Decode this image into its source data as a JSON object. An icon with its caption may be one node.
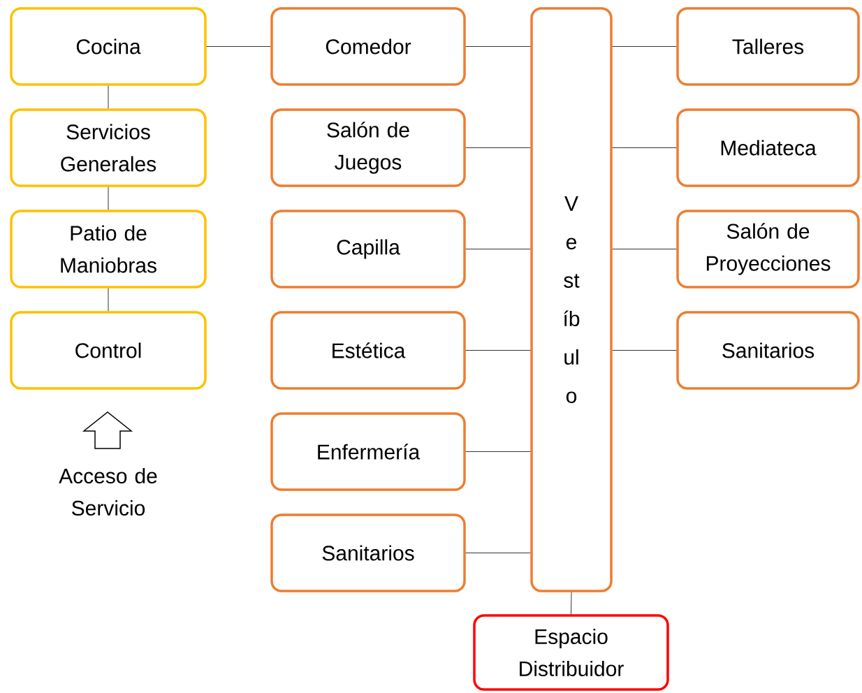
{
  "diagram": {
    "nodes": [
      {
        "text": [
          "Cocina"
        ]
      },
      {
        "text": [
          "Servicios Generales"
        ]
      },
      {
        "text": [
          "Patio de Maniobras"
        ]
      },
      {
        "text": [
          "Control"
        ]
      },
      {
        "text": [
          "Comedor"
        ]
      },
      {
        "text": [
          "Salón de Juegos"
        ]
      },
      {
        "text": [
          "Capilla"
        ]
      },
      {
        "text": [
          "Estética"
        ]
      },
      {
        "text": [
          "Enfermería"
        ]
      },
      {
        "text": [
          "Sanitarios"
        ]
      },
      {
        "text": [
          "Vestíbulo"
        ]
      },
      {
        "text": [
          "Talleres"
        ]
      },
      {
        "text": [
          "Mediateca"
        ]
      },
      {
        "text": [
          "Salón de Proyecciones"
        ]
      },
      {
        "text": [
          "Sanitarios"
        ]
      },
      {
        "text": [
          "Espacio Distribuidor"
        ]
      }
    ],
    "edges": [
      {
        "from": 0,
        "to": 4,
        "arrow": "none"
      },
      {
        "from": 0,
        "to": 1,
        "arrow": "none"
      },
      {
        "from": 1,
        "to": 2,
        "arrow": "none"
      },
      {
        "from": 2,
        "to": 3,
        "arrow": "none"
      },
      {
        "from": 4,
        "to": 10,
        "arrow": "none"
      },
      {
        "from": 5,
        "to": 10,
        "arrow": "none"
      },
      {
        "from": 6,
        "to": 10,
        "arrow": "none"
      },
      {
        "from": 7,
        "to": 10,
        "arrow": "none"
      },
      {
        "from": 8,
        "to": 10,
        "arrow": "none"
      },
      {
        "from": 9,
        "to": 10,
        "arrow": "none"
      },
      {
        "from": 10,
        "to": 11,
        "arrow": "none"
      },
      {
        "from": 10,
        "to": 12,
        "arrow": "none"
      },
      {
        "from": 10,
        "to": 13,
        "arrow": "none"
      },
      {
        "from": 10,
        "to": 14,
        "arrow": "none"
      },
      {
        "from": 10,
        "to": 15,
        "arrow": "none"
      }
    ],
    "labels": [
      "Acceso de Servicio"
    ]
  }
}
